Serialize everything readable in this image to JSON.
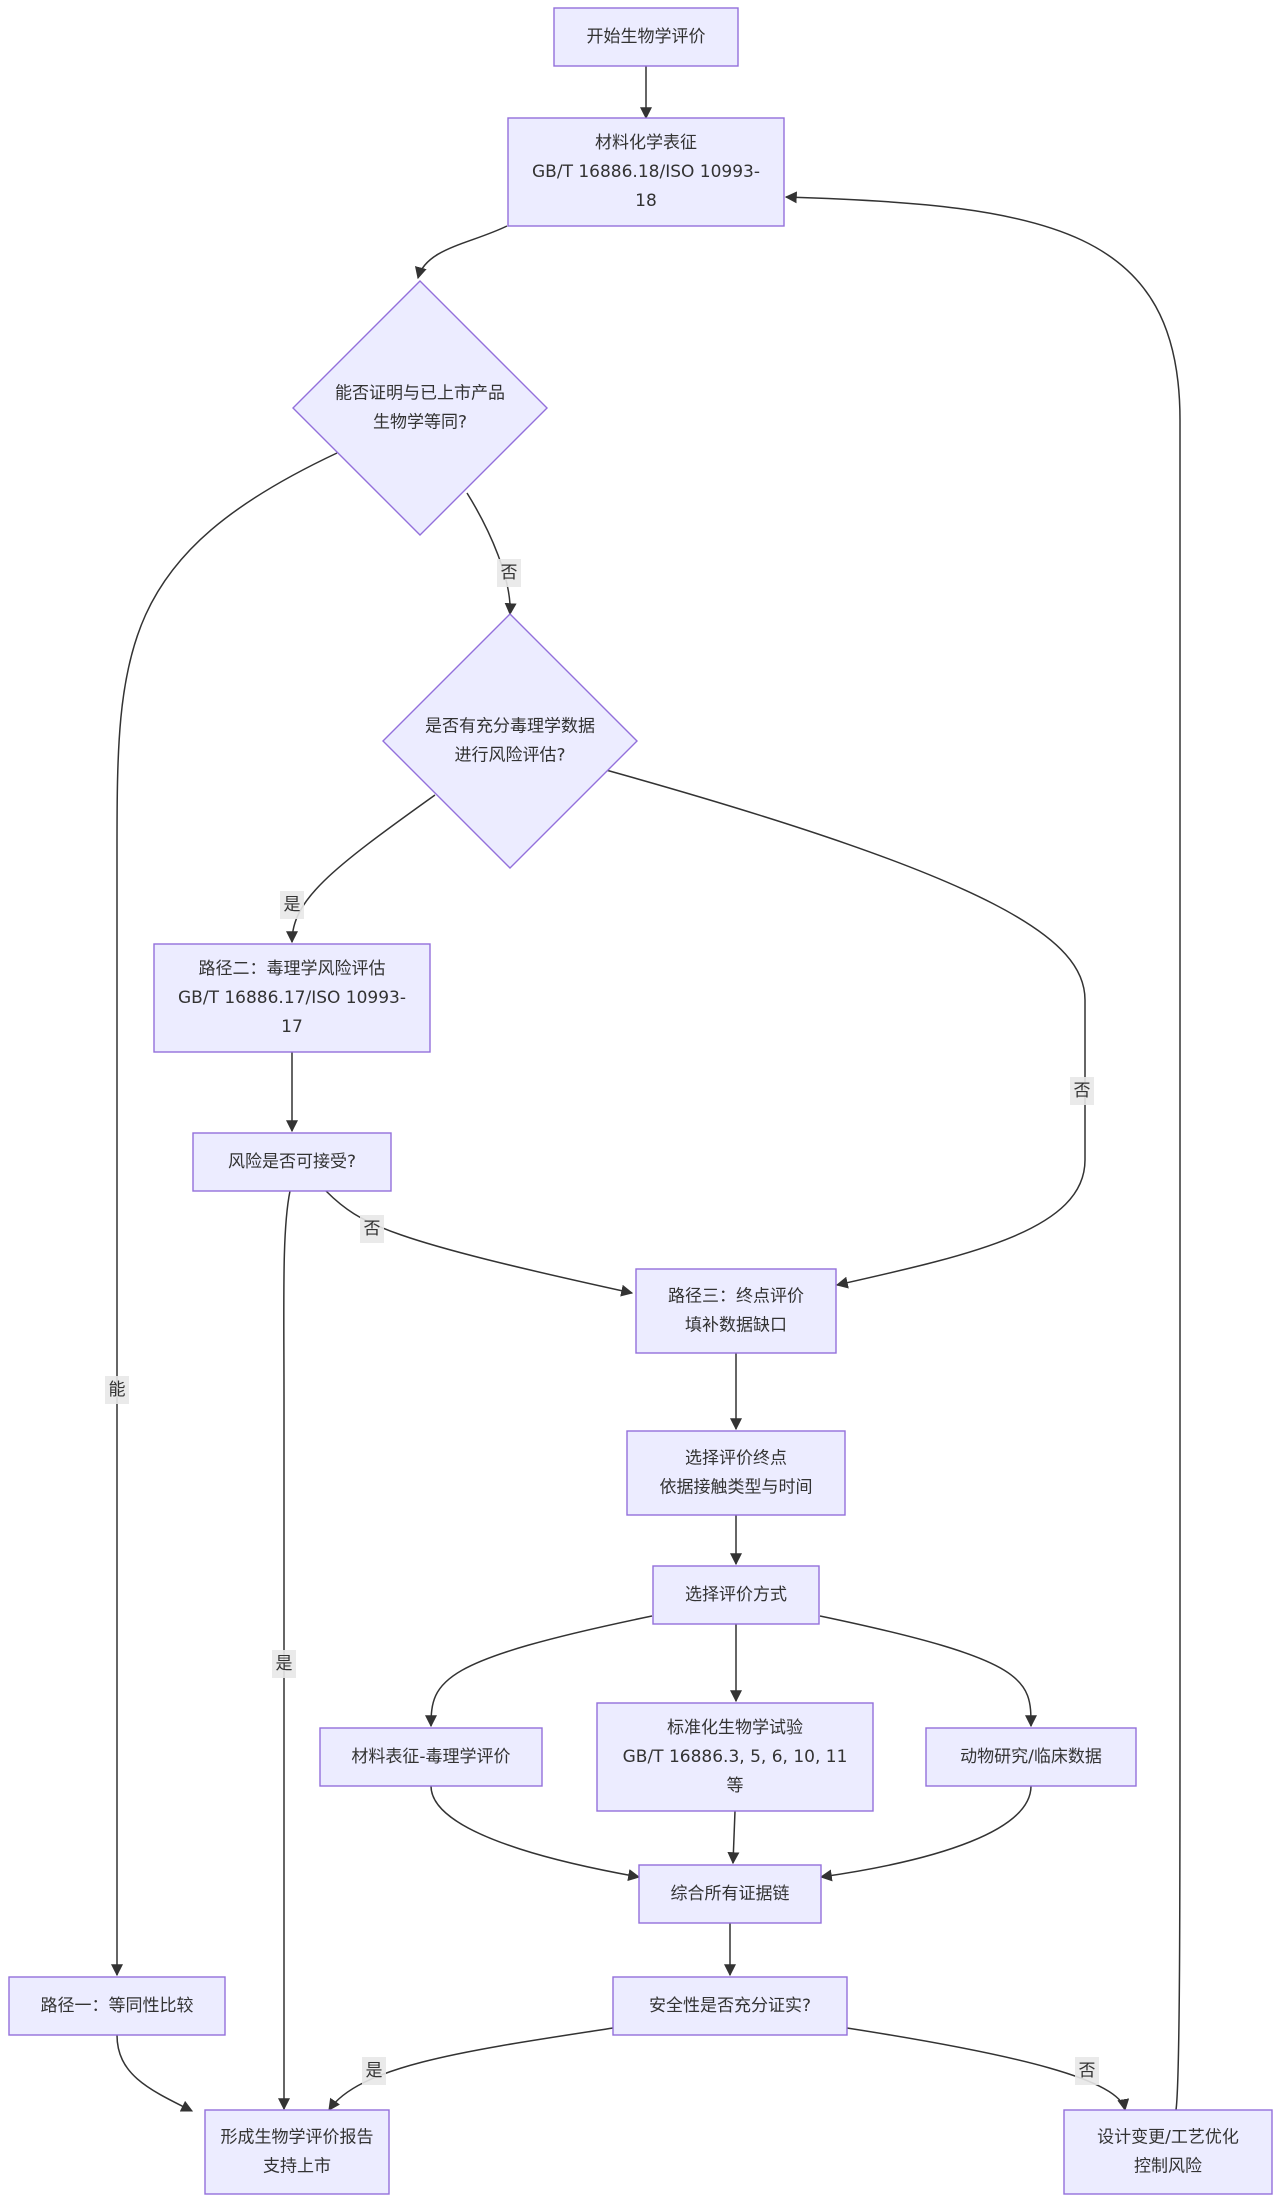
{
  "colors": {
    "node_fill": "#ECECFF",
    "node_stroke": "#9370DB",
    "edge": "#333333",
    "edge_label_bg": "#E8E8E8"
  },
  "nodes": {
    "start": {
      "lines": [
        "开始生物学评价"
      ]
    },
    "material_char": {
      "lines": [
        "材料化学表征",
        "GB/T 16886.18/ISO 10993-",
        "18"
      ]
    },
    "decision_equiv": {
      "lines": [
        "能否证明与已上市产品",
        "生物学等同?"
      ]
    },
    "decision_tox": {
      "lines": [
        "是否有充分毒理学数据",
        "进行风险评估?"
      ]
    },
    "path2": {
      "lines": [
        "路径二：毒理学风险评估",
        "GB/T 16886.17/ISO 10993-",
        "17"
      ]
    },
    "risk_ok": {
      "lines": [
        "风险是否可接受?"
      ]
    },
    "path3": {
      "lines": [
        "路径三：终点评价",
        "填补数据缺口"
      ]
    },
    "select_endpoints": {
      "lines": [
        "选择评价终点",
        "依据接触类型与时间"
      ]
    },
    "select_method": {
      "lines": [
        "选择评价方式"
      ]
    },
    "mat_tox_eval": {
      "lines": [
        "材料表征-毒理学评价"
      ]
    },
    "std_tests": {
      "lines": [
        "标准化生物学试验",
        "GB/T 16886.3, 5, 6, 10, 11",
        "等"
      ]
    },
    "animal_clinical": {
      "lines": [
        "动物研究/临床数据"
      ]
    },
    "evidence": {
      "lines": [
        "综合所有证据链"
      ]
    },
    "safety_ok": {
      "lines": [
        "安全性是否充分证实?"
      ]
    },
    "path1": {
      "lines": [
        "路径一：等同性比较"
      ]
    },
    "report": {
      "lines": [
        "形成生物学评价报告",
        "支持上市"
      ]
    },
    "redesign": {
      "lines": [
        "设计变更/工艺优化",
        "控制风险"
      ]
    }
  },
  "edge_labels": {
    "equiv_no": "否",
    "equiv_yes": "能",
    "tox_yes": "是",
    "tox_no": "否",
    "risk_no": "否",
    "risk_yes": "是",
    "safety_yes": "是",
    "safety_no": "否"
  }
}
